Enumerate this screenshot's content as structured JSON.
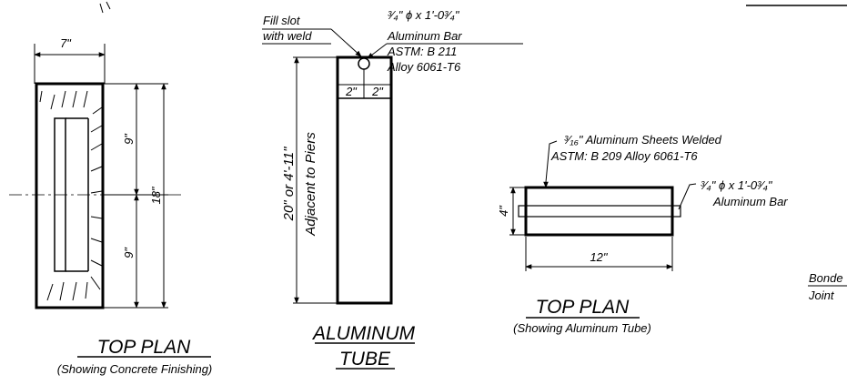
{
  "plan1": {
    "width_dim": "7\"",
    "dim_9_top": "9\"",
    "dim_9_bottom": "9\"",
    "dim_18": "18\"",
    "title": "TOP PLAN",
    "subtitle": "(Showing Concrete Finishing)"
  },
  "tube": {
    "fill_slot_line1": "Fill slot",
    "fill_slot_line2": "with weld",
    "bar_spec": "³⁄₄\" ϕ x 1'-0³⁄₄\"",
    "bar_material": "Aluminum Bar",
    "bar_astm": "ASTM: B 211",
    "bar_alloy": "Alloy 6061-T6",
    "dim_2_left": "2\"",
    "dim_2_right": "2\"",
    "height_line1": "20\" or 4'-11\"",
    "height_line2": "Adjacent to Piers",
    "title_line1": "ALUMINUM",
    "title_line2": "TUBE"
  },
  "plan2": {
    "sheets_spec": "³⁄₁₆\" Aluminum Sheets Welded",
    "sheets_astm": "ASTM: B 209 Alloy 6061-T6",
    "bar_spec": "³⁄₄\" ϕ x 1'-0³⁄₄\"",
    "bar_material": "Aluminum Bar",
    "dim_4": "4\"",
    "dim_12": "12\"",
    "title": "TOP PLAN",
    "subtitle": "(Showing Aluminum Tube)"
  },
  "edge": {
    "bonded_line1": "Bonde",
    "bonded_line2": "Joint"
  }
}
